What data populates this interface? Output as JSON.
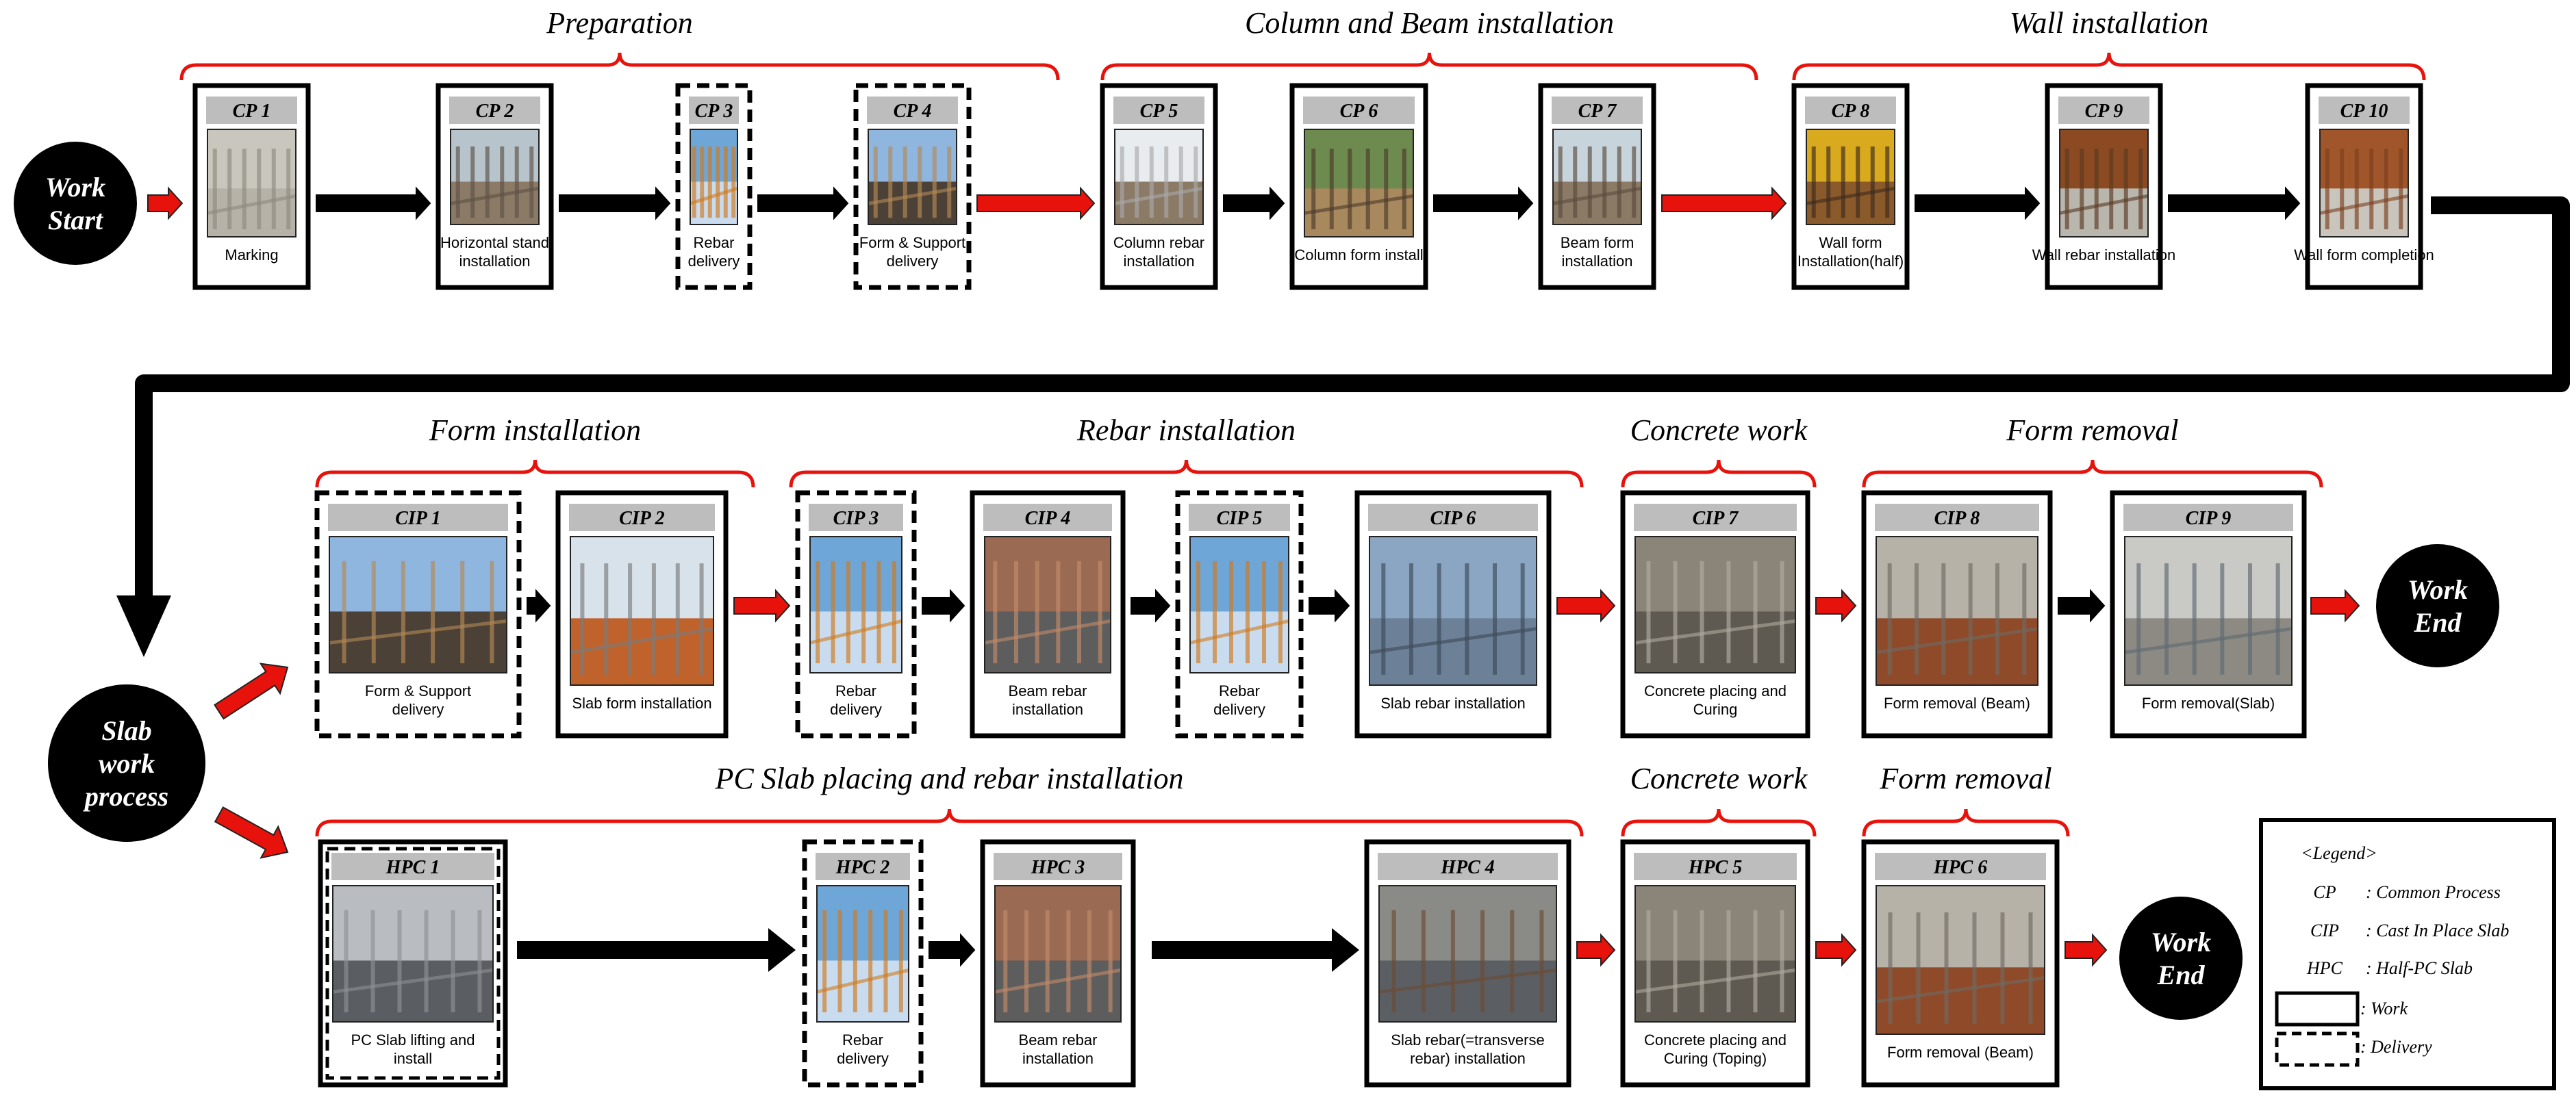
{
  "rows": [
    {
      "group_headers": [
        {
          "label": "Preparation"
        },
        {
          "label": "Column and Beam installation"
        },
        {
          "label": "Wall installation"
        }
      ],
      "start_circle": {
        "lines": [
          "Work",
          "Start"
        ]
      },
      "cards": [
        {
          "code": "CP 1",
          "caption": [
            "Marking"
          ],
          "kind": "work",
          "photo": "survey-ground"
        },
        {
          "code": "CP 2",
          "caption": [
            "Horizontal stand",
            "installation"
          ],
          "kind": "work",
          "photo": "site-stand"
        },
        {
          "code": "CP 3",
          "caption": [
            "Rebar",
            "delivery"
          ],
          "kind": "delivery",
          "photo": "crane"
        },
        {
          "code": "CP 4",
          "caption": [
            "Form & Support",
            "delivery"
          ],
          "kind": "delivery",
          "photo": "form-lift"
        },
        {
          "code": "CP 5",
          "caption": [
            "Column rebar",
            "installation"
          ],
          "kind": "work",
          "photo": "column-rebar"
        },
        {
          "code": "CP 6",
          "caption": [
            "Column form install"
          ],
          "kind": "work",
          "photo": "column-form"
        },
        {
          "code": "CP 7",
          "caption": [
            "Beam form",
            "installation"
          ],
          "kind": "work",
          "photo": "beam-form"
        },
        {
          "code": "CP 8",
          "caption": [
            "Wall form",
            "Installation(half)"
          ],
          "kind": "work",
          "photo": "wall-form-yellow"
        },
        {
          "code": "CP 9",
          "caption": [
            "Wall rebar installation"
          ],
          "kind": "work",
          "photo": "wall-rebar"
        },
        {
          "code": "CP 10",
          "caption": [
            "Wall form completion"
          ],
          "kind": "work",
          "photo": "wall-complete"
        }
      ]
    },
    {
      "group_headers": [
        {
          "label": "Form installation"
        },
        {
          "label": "Rebar installation"
        },
        {
          "label": "Concrete work"
        },
        {
          "label": "Form removal"
        }
      ],
      "cards": [
        {
          "code": "CIP 1",
          "caption": [
            "Form & Support",
            "delivery"
          ],
          "kind": "delivery",
          "photo": "form-lift"
        },
        {
          "code": "CIP 2",
          "caption": [
            "Slab form installation"
          ],
          "kind": "work",
          "photo": "slab-form"
        },
        {
          "code": "CIP 3",
          "caption": [
            "Rebar",
            "delivery"
          ],
          "kind": "delivery",
          "photo": "crane"
        },
        {
          "code": "CIP 4",
          "caption": [
            "Beam rebar",
            "installation"
          ],
          "kind": "work",
          "photo": "beam-rebar"
        },
        {
          "code": "CIP 5",
          "caption": [
            "Rebar",
            "delivery"
          ],
          "kind": "delivery",
          "photo": "crane"
        },
        {
          "code": "CIP 6",
          "caption": [
            "Slab rebar installation"
          ],
          "kind": "work",
          "photo": "slab-rebar-workers"
        },
        {
          "code": "CIP 7",
          "caption": [
            "Concrete placing and",
            "Curing"
          ],
          "kind": "work",
          "photo": "concrete"
        },
        {
          "code": "CIP 8",
          "caption": [
            "Form removal (Beam)"
          ],
          "kind": "work",
          "photo": "form-removal"
        },
        {
          "code": "CIP 9",
          "caption": [
            "Form removal(Slab)"
          ],
          "kind": "work",
          "photo": "form-removal-slab"
        }
      ],
      "end_circle": {
        "lines": [
          "Work",
          "End"
        ]
      }
    },
    {
      "group_headers": [
        {
          "label": "PC Slab placing and rebar installation"
        },
        {
          "label": "Concrete work"
        },
        {
          "label": "Form removal"
        }
      ],
      "cards": [
        {
          "code": "HPC 1",
          "caption": [
            "PC Slab lifting and",
            "install"
          ],
          "kind": "work-delivery",
          "photo": "pc-lift"
        },
        {
          "code": "HPC 2",
          "caption": [
            "Rebar",
            "delivery"
          ],
          "kind": "delivery",
          "photo": "crane"
        },
        {
          "code": "HPC 3",
          "caption": [
            "Beam rebar",
            "installation"
          ],
          "kind": "work",
          "photo": "beam-rebar"
        },
        {
          "code": "HPC 4",
          "caption": [
            "Slab rebar(=transverse",
            "rebar) installation"
          ],
          "kind": "work",
          "photo": "slab-grid"
        },
        {
          "code": "HPC 5",
          "caption": [
            "Concrete placing and",
            "Curing (Toping)"
          ],
          "kind": "work",
          "photo": "concrete"
        },
        {
          "code": "HPC 6",
          "caption": [
            "Form removal (Beam)"
          ],
          "kind": "work",
          "photo": "form-removal"
        }
      ],
      "end_circle": {
        "lines": [
          "Work",
          "End"
        ]
      }
    }
  ],
  "slab_circle": {
    "lines": [
      "Slab",
      "work",
      "process"
    ]
  },
  "legend": {
    "title": "<Legend>",
    "entries": [
      {
        "abbr": "CP",
        "desc": ": Common Process"
      },
      {
        "abbr": "CIP",
        "desc": ": Cast In Place Slab"
      },
      {
        "abbr": "HPC",
        "desc": ": Half-PC Slab"
      },
      {
        "abbr": "",
        "desc": ": Work"
      },
      {
        "abbr": "",
        "desc": ": Delivery"
      }
    ]
  },
  "colors": {
    "red": "#e8120c",
    "black": "#000000",
    "header_gray": "#bdbdbd",
    "photo_palettes": {
      "survey-ground": [
        "#c9c6bd",
        "#b6b2a8",
        "#8e8a80"
      ],
      "site-stand": [
        "#b8c4cc",
        "#8a7a66",
        "#5e5246"
      ],
      "crane": [
        "#6fa6d8",
        "#c9dcef",
        "#d07a1c"
      ],
      "form-lift": [
        "#8fb6de",
        "#4c4136",
        "#b48a56"
      ],
      "column-rebar": [
        "#e9ecef",
        "#8a7a66",
        "#a9a9a9"
      ],
      "column-form": [
        "#6d8a4f",
        "#a8895e",
        "#4c3a2a"
      ],
      "beam-form": [
        "#c8d4dc",
        "#8b7a66",
        "#5b4c3e"
      ],
      "wall-form-yellow": [
        "#d9a91e",
        "#8b5a2b",
        "#3d2b1d"
      ],
      "wall-rebar": [
        "#8b4a22",
        "#b9b6ae",
        "#5a3a22"
      ],
      "wall-complete": [
        "#a0562a",
        "#c9c5bc",
        "#7b3f1e"
      ],
      "slab-form": [
        "#d7e2ea",
        "#c0622c",
        "#7b7b7b"
      ],
      "beam-rebar": [
        "#9a6a52",
        "#5d5d5d",
        "#c38b6a"
      ],
      "slab-rebar-workers": [
        "#8aa6c2",
        "#6c8197",
        "#3d4a59"
      ],
      "concrete": [
        "#8b8478",
        "#5e5a52",
        "#b1ab9f"
      ],
      "form-removal": [
        "#b7b2a8",
        "#8f4a2a",
        "#6e6a62"
      ],
      "form-removal-slab": [
        "#c9c9c6",
        "#8d8a83",
        "#5e6a72"
      ],
      "pc-lift": [
        "#b9bdc1",
        "#5a5e63",
        "#8d9196"
      ],
      "slab-grid": [
        "#8a8a86",
        "#5b5f63",
        "#6d4b34"
      ]
    }
  }
}
